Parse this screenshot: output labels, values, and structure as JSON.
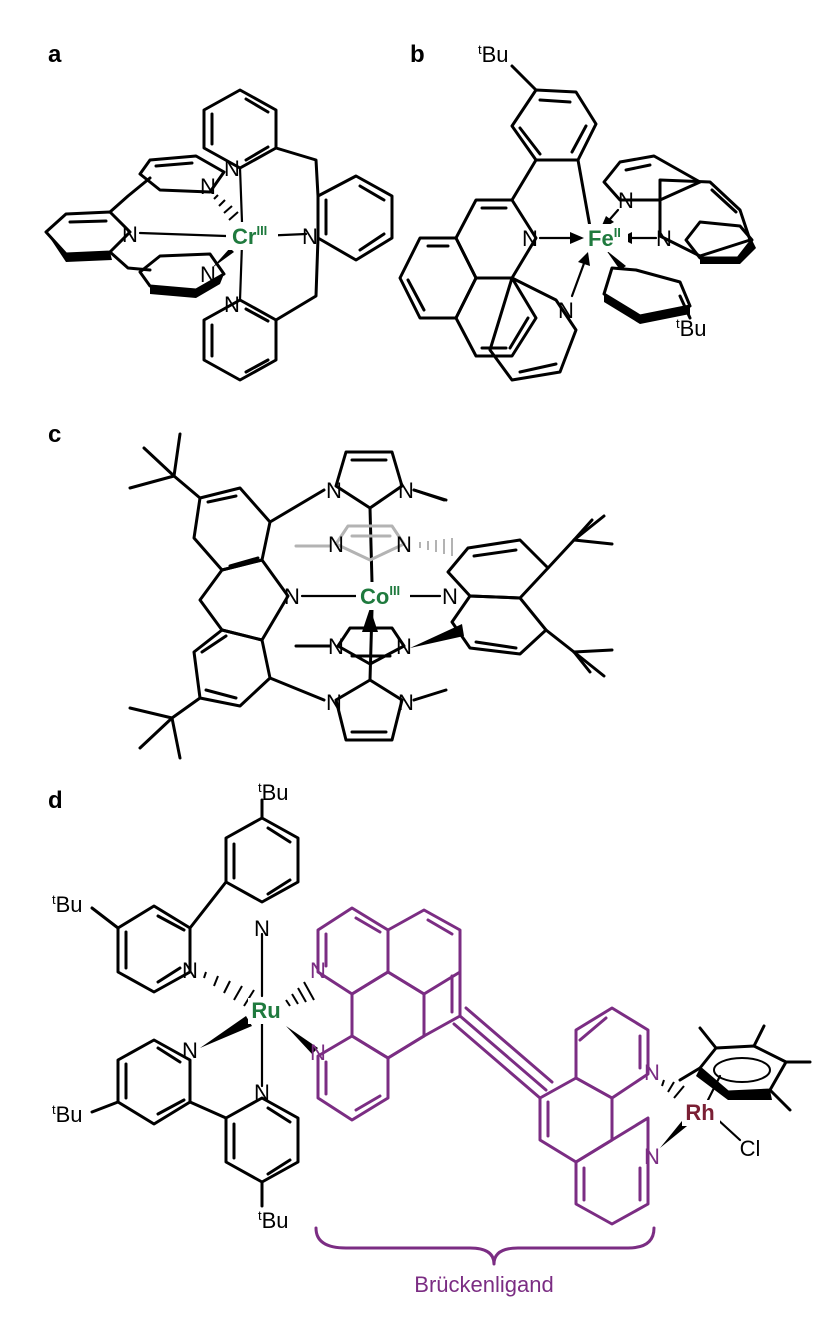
{
  "panels": {
    "a": {
      "label": "a",
      "metal": "Cr",
      "ox": "III",
      "atoms": [
        "N",
        "N",
        "N",
        "N",
        "N",
        "N"
      ]
    },
    "b": {
      "label": "b",
      "metal": "Fe",
      "ox": "II",
      "tbu_prefix": "t",
      "tbu": "Bu",
      "atoms": [
        "N",
        "N",
        "N",
        "N"
      ]
    },
    "c": {
      "label": "c",
      "metal": "Co",
      "ox": "III",
      "atoms": [
        "N",
        "N",
        "N",
        "N",
        "N",
        "N",
        "N",
        "N",
        "N",
        "N"
      ]
    },
    "d": {
      "label": "d",
      "ru": "Ru",
      "rh": "Rh",
      "cl": "Cl",
      "tbu_prefix": "t",
      "tbu": "Bu",
      "atoms": [
        "N",
        "N",
        "N",
        "N",
        "N",
        "N",
        "N",
        "N"
      ],
      "bridge_caption": "Brückenligand"
    }
  },
  "colors": {
    "metal_green": "#1f7a3e",
    "metal_red": "#7a1f34",
    "bridge_purple": "#7b2d83",
    "ghost_gray": "#b3b3b3"
  }
}
